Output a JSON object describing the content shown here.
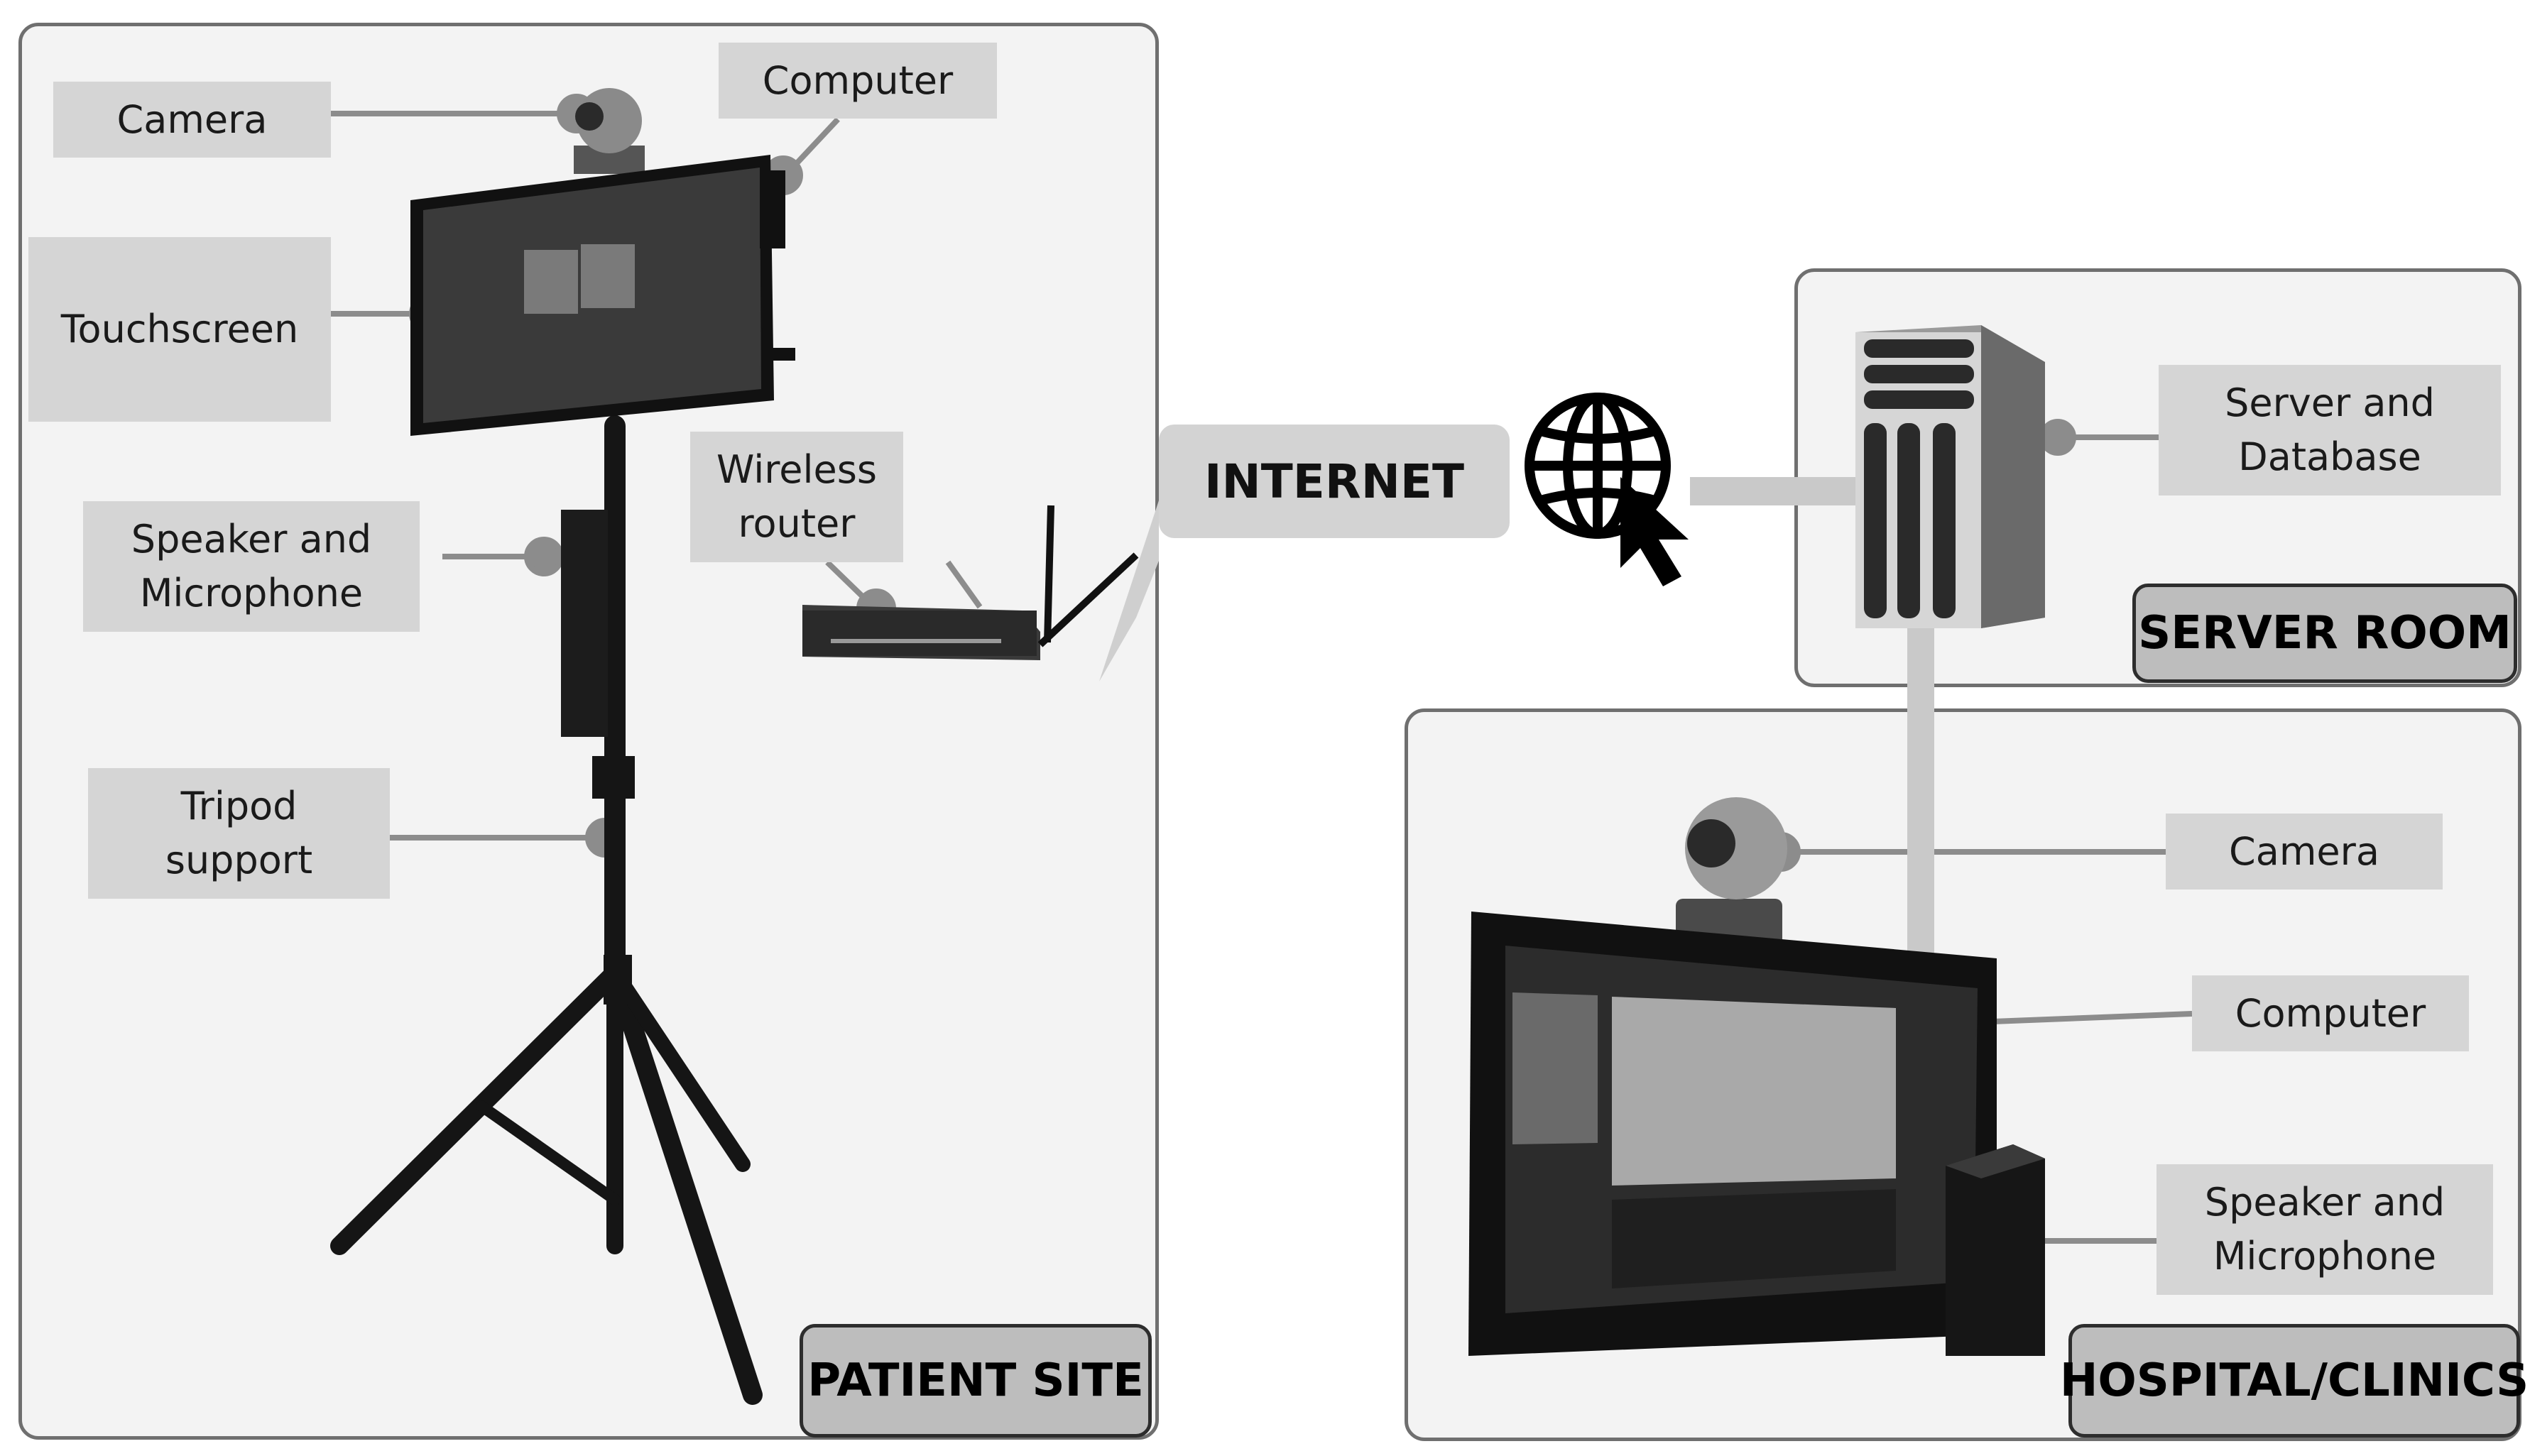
{
  "internet_label": "INTERNET",
  "patient_site": {
    "title": "PATIENT SITE",
    "labels": {
      "camera": "Camera",
      "computer": "Computer",
      "touchscreen": "Touchscreen",
      "wireless_router": "Wireless\nrouter",
      "speaker_microphone": "Speaker and\nMicrophone",
      "tripod_support": "Tripod\nsupport"
    }
  },
  "server_room": {
    "title": "SERVER ROOM",
    "labels": {
      "server_database": "Server and\nDatabase"
    }
  },
  "hospital": {
    "title": "HOSPITAL/CLINICS",
    "labels": {
      "camera": "Camera",
      "computer": "Computer",
      "speaker_microphone": "Speaker and\nMicrophone"
    }
  },
  "icons": [
    "globe-cursor-icon",
    "server-tower-icon",
    "camera-icon",
    "monitor-icon",
    "router-icon",
    "tripod-icon",
    "speaker-icon"
  ]
}
